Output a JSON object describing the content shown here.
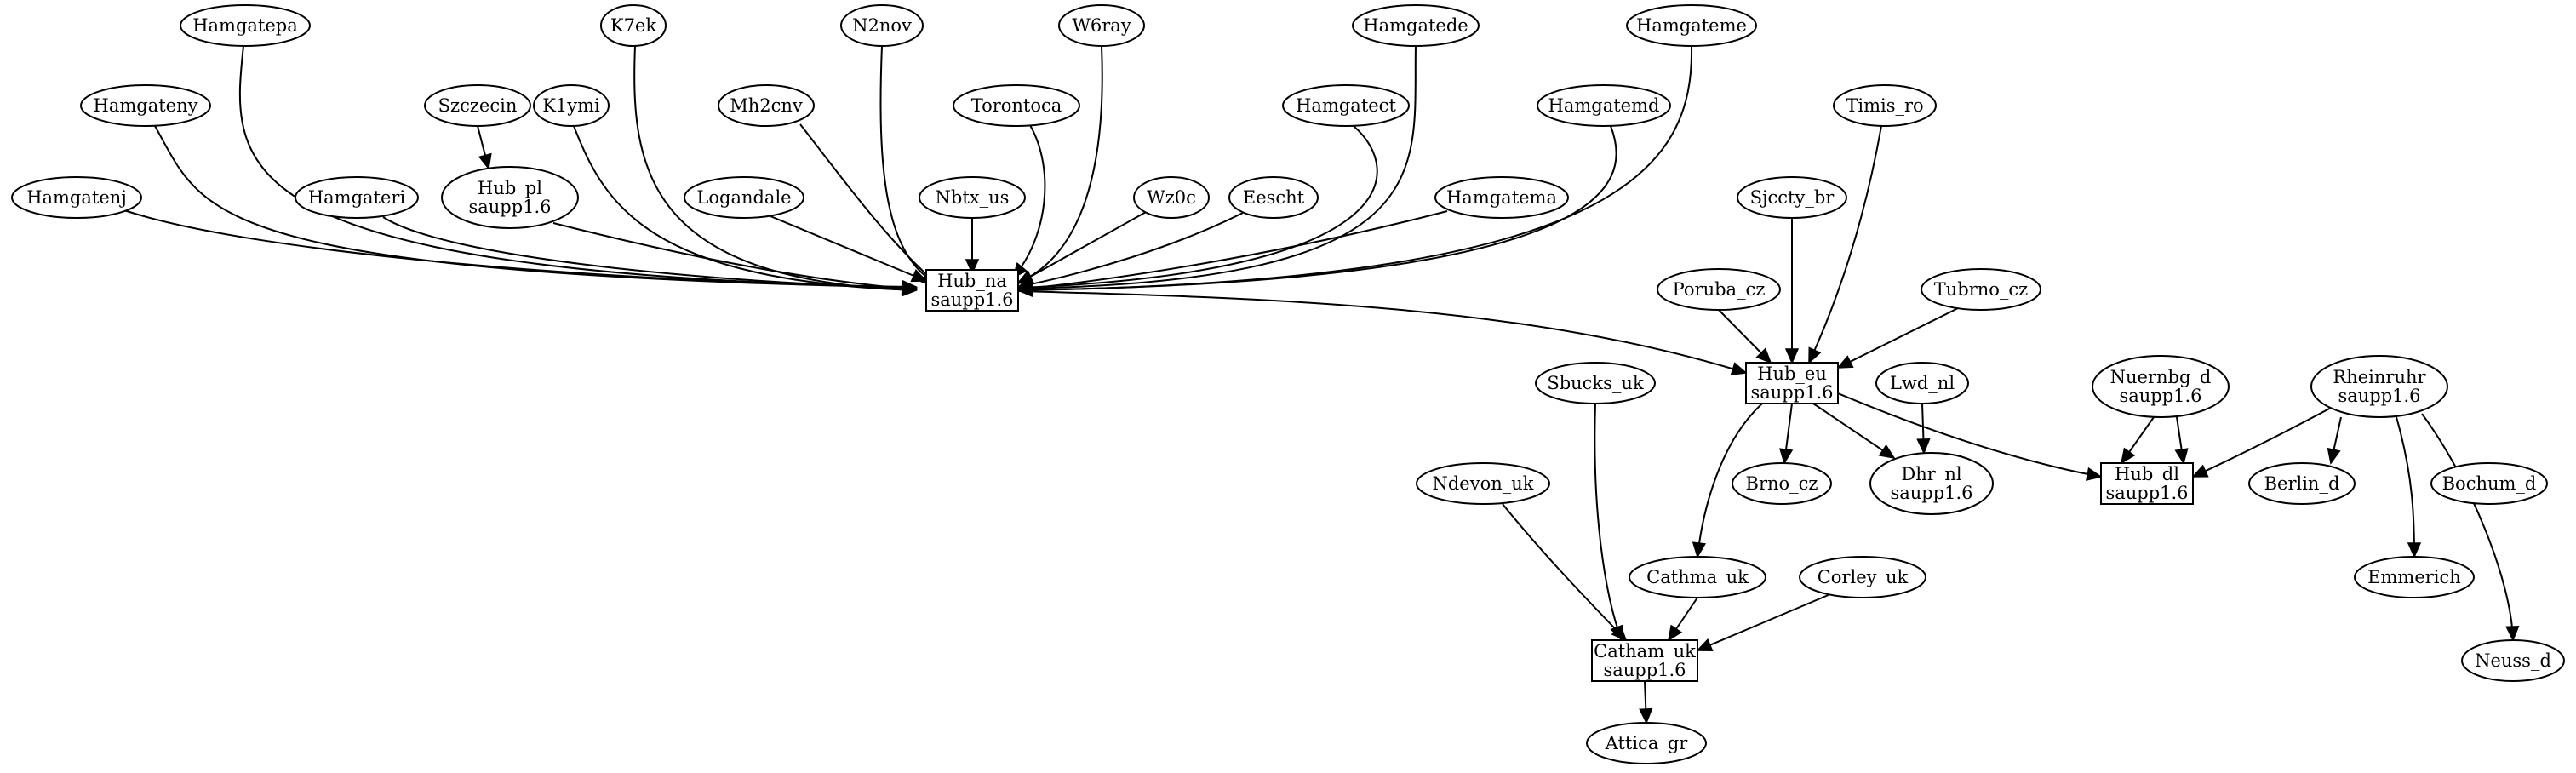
{
  "nodes": [
    {
      "id": "Hamgatepa",
      "label": [
        "Hamgatepa"
      ],
      "shape": "ellipse"
    },
    {
      "id": "K7ek",
      "label": [
        "K7ek"
      ],
      "shape": "ellipse"
    },
    {
      "id": "N2nov",
      "label": [
        "N2nov"
      ],
      "shape": "ellipse"
    },
    {
      "id": "W6ray",
      "label": [
        "W6ray"
      ],
      "shape": "ellipse"
    },
    {
      "id": "Hamgatede",
      "label": [
        "Hamgatede"
      ],
      "shape": "ellipse"
    },
    {
      "id": "Hamgateme",
      "label": [
        "Hamgateme"
      ],
      "shape": "ellipse"
    },
    {
      "id": "Hamgateny",
      "label": [
        "Hamgateny"
      ],
      "shape": "ellipse"
    },
    {
      "id": "Szczecin",
      "label": [
        "Szczecin"
      ],
      "shape": "ellipse"
    },
    {
      "id": "K1ymi",
      "label": [
        "K1ymi"
      ],
      "shape": "ellipse"
    },
    {
      "id": "Mh2cnv",
      "label": [
        "Mh2cnv"
      ],
      "shape": "ellipse"
    },
    {
      "id": "Torontoca",
      "label": [
        "Torontoca"
      ],
      "shape": "ellipse"
    },
    {
      "id": "Hamgatect",
      "label": [
        "Hamgatect"
      ],
      "shape": "ellipse"
    },
    {
      "id": "Hamgatemd",
      "label": [
        "Hamgatemd"
      ],
      "shape": "ellipse"
    },
    {
      "id": "Timis_ro",
      "label": [
        "Timis_ro"
      ],
      "shape": "ellipse"
    },
    {
      "id": "Hamgatenj",
      "label": [
        "Hamgatenj"
      ],
      "shape": "ellipse"
    },
    {
      "id": "Hamgateri",
      "label": [
        "Hamgateri"
      ],
      "shape": "ellipse"
    },
    {
      "id": "Hub_pl",
      "label": [
        "Hub_pl",
        "saupp1.6"
      ],
      "shape": "ellipse"
    },
    {
      "id": "Logandale",
      "label": [
        "Logandale"
      ],
      "shape": "ellipse"
    },
    {
      "id": "Nbtx_us",
      "label": [
        "Nbtx_us"
      ],
      "shape": "ellipse"
    },
    {
      "id": "Wz0c",
      "label": [
        "Wz0c"
      ],
      "shape": "ellipse"
    },
    {
      "id": "Eescht",
      "label": [
        "Eescht"
      ],
      "shape": "ellipse"
    },
    {
      "id": "Hamgatema",
      "label": [
        "Hamgatema"
      ],
      "shape": "ellipse"
    },
    {
      "id": "Sjccty_br",
      "label": [
        "Sjccty_br"
      ],
      "shape": "ellipse"
    },
    {
      "id": "Hub_na",
      "label": [
        "Hub_na",
        "saupp1.6"
      ],
      "shape": "box"
    },
    {
      "id": "Poruba_cz",
      "label": [
        "Poruba_cz"
      ],
      "shape": "ellipse"
    },
    {
      "id": "Tubrno_cz",
      "label": [
        "Tubrno_cz"
      ],
      "shape": "ellipse"
    },
    {
      "id": "Sbucks_uk",
      "label": [
        "Sbucks_uk"
      ],
      "shape": "ellipse"
    },
    {
      "id": "Hub_eu",
      "label": [
        "Hub_eu",
        "saupp1.6"
      ],
      "shape": "box"
    },
    {
      "id": "Lwd_nl",
      "label": [
        "Lwd_nl"
      ],
      "shape": "ellipse"
    },
    {
      "id": "Nuernbg_d",
      "label": [
        "Nuernbg_d",
        "saupp1.6"
      ],
      "shape": "ellipse"
    },
    {
      "id": "Rheinruhr",
      "label": [
        "Rheinruhr",
        "saupp1.6"
      ],
      "shape": "ellipse"
    },
    {
      "id": "Brno_cz",
      "label": [
        "Brno_cz"
      ],
      "shape": "ellipse"
    },
    {
      "id": "Dhr_nl",
      "label": [
        "Dhr_nl",
        "saupp1.6"
      ],
      "shape": "ellipse"
    },
    {
      "id": "Hub_dl",
      "label": [
        "Hub_dl",
        "saupp1.6"
      ],
      "shape": "box"
    },
    {
      "id": "Berlin_d",
      "label": [
        "Berlin_d"
      ],
      "shape": "ellipse"
    },
    {
      "id": "Bochum_d",
      "label": [
        "Bochum_d"
      ],
      "shape": "ellipse"
    },
    {
      "id": "Ndevon_uk",
      "label": [
        "Ndevon_uk"
      ],
      "shape": "ellipse"
    },
    {
      "id": "Cathma_uk",
      "label": [
        "Cathma_uk"
      ],
      "shape": "ellipse"
    },
    {
      "id": "Corley_uk",
      "label": [
        "Corley_uk"
      ],
      "shape": "ellipse"
    },
    {
      "id": "Emmerich",
      "label": [
        "Emmerich"
      ],
      "shape": "ellipse"
    },
    {
      "id": "Catham_uk",
      "label": [
        "Catham_uk",
        "saupp1.6"
      ],
      "shape": "box"
    },
    {
      "id": "Neuss_d",
      "label": [
        "Neuss_d"
      ],
      "shape": "ellipse"
    },
    {
      "id": "Attica_gr",
      "label": [
        "Attica_gr"
      ],
      "shape": "ellipse"
    }
  ],
  "edges": [
    {
      "from": "Hamgatenj",
      "to": "Hub_na"
    },
    {
      "from": "Hamgateny",
      "to": "Hub_na"
    },
    {
      "from": "Hamgatepa",
      "to": "Hub_na"
    },
    {
      "from": "Hamgateri",
      "to": "Hub_na"
    },
    {
      "from": "Hub_pl",
      "to": "Hub_na"
    },
    {
      "from": "K1ymi",
      "to": "Hub_na"
    },
    {
      "from": "K7ek",
      "to": "Hub_na"
    },
    {
      "from": "Logandale",
      "to": "Hub_na"
    },
    {
      "from": "Mh2cnv",
      "to": "Hub_na"
    },
    {
      "from": "N2nov",
      "to": "Hub_na"
    },
    {
      "from": "Nbtx_us",
      "to": "Hub_na"
    },
    {
      "from": "Torontoca",
      "to": "Hub_na"
    },
    {
      "from": "W6ray",
      "to": "Hub_na"
    },
    {
      "from": "Wz0c",
      "to": "Hub_na"
    },
    {
      "from": "Eescht",
      "to": "Hub_na"
    },
    {
      "from": "Hamgatect",
      "to": "Hub_na"
    },
    {
      "from": "Hamgatede",
      "to": "Hub_na"
    },
    {
      "from": "Hamgatema",
      "to": "Hub_na"
    },
    {
      "from": "Hamgatemd",
      "to": "Hub_na"
    },
    {
      "from": "Hamgateme",
      "to": "Hub_na"
    },
    {
      "from": "Szczecin",
      "to": "Hub_pl"
    },
    {
      "from": "Hub_na",
      "to": "Hub_eu"
    },
    {
      "from": "Poruba_cz",
      "to": "Hub_eu"
    },
    {
      "from": "Sjccty_br",
      "to": "Hub_eu"
    },
    {
      "from": "Timis_ro",
      "to": "Hub_eu"
    },
    {
      "from": "Tubrno_cz",
      "to": "Hub_eu"
    },
    {
      "from": "Hub_eu",
      "to": "Brno_cz"
    },
    {
      "from": "Hub_eu",
      "to": "Dhr_nl"
    },
    {
      "from": "Lwd_nl",
      "to": "Dhr_nl"
    },
    {
      "from": "Hub_eu",
      "to": "Hub_dl"
    },
    {
      "from": "Nuernbg_d",
      "to": "Hub_dl"
    },
    {
      "from": "Rheinruhr",
      "to": "Hub_dl"
    },
    {
      "from": "Nuernbg_d",
      "to": "Berlin_d"
    },
    {
      "from": "Rheinruhr",
      "to": "Bochum_d"
    },
    {
      "from": "Rheinruhr",
      "to": "Emmerich"
    },
    {
      "from": "Rheinruhr",
      "to": "Neuss_d"
    },
    {
      "from": "Hub_eu",
      "to": "Cathma_uk"
    },
    {
      "from": "Cathma_uk",
      "to": "Catham_uk"
    },
    {
      "from": "Corley_uk",
      "to": "Catham_uk"
    },
    {
      "from": "Ndevon_uk",
      "to": "Catham_uk"
    },
    {
      "from": "Sbucks_uk",
      "to": "Catham_uk"
    },
    {
      "from": "Catham_uk",
      "to": "Attica_gr"
    }
  ]
}
